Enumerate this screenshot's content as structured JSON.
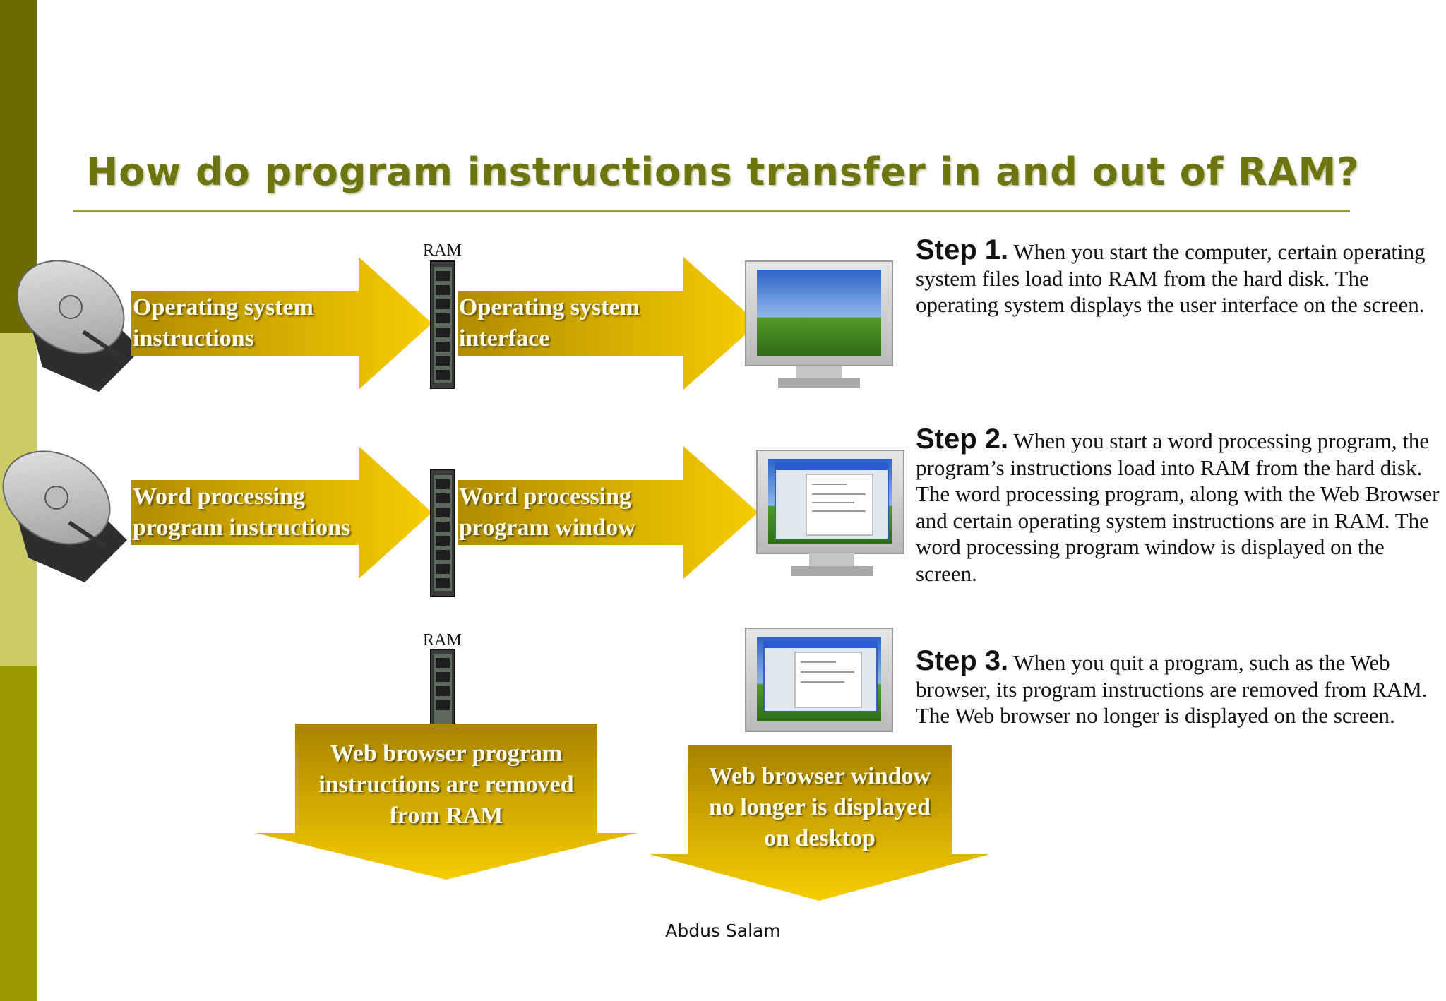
{
  "title": "How do program instructions transfer in and out of RAM?",
  "ram_label_1": "RAM",
  "ram_label_2": "RAM",
  "row1": {
    "arrow1_line1": "Operating system",
    "arrow1_line2": "instructions",
    "arrow2_line1": "Operating system",
    "arrow2_line2": "interface"
  },
  "row2": {
    "arrow1_line1": "Word processing",
    "arrow1_line2": "program instructions",
    "arrow2_line1": "Word processing",
    "arrow2_line2": "program window"
  },
  "row3": {
    "down1_line1": "Web browser program",
    "down1_line2": "instructions are removed",
    "down1_line3": "from RAM",
    "down2_line1": "Web browser window",
    "down2_line2": "no longer is displayed",
    "down2_line3": "on desktop"
  },
  "steps": [
    {
      "label": "Step 1.",
      "text": "When you start the computer, certain operating system files load into RAM from the hard disk. The operating system displays the user interface on the screen."
    },
    {
      "label": "Step 2.",
      "text": "When you start a word processing program, the program’s instructions load into RAM from the hard disk. The word processing program, along with the Web Browser and certain operating system instructions are in RAM. The word processing program window is displayed on  the screen."
    },
    {
      "label": "Step 3.",
      "text": "When you quit a program, such as the Web browser, its program instructions are removed from RAM. The Web browser no longer is displayed on the screen."
    }
  ],
  "footer": "Abdus Salam",
  "colors": {
    "bar_dark": "#6b6b00",
    "bar_light": "#cccc66",
    "bar_mid": "#999900",
    "title": "#6e7410",
    "arrow_light": "#f5c800",
    "arrow_dark": "#b89a00"
  }
}
